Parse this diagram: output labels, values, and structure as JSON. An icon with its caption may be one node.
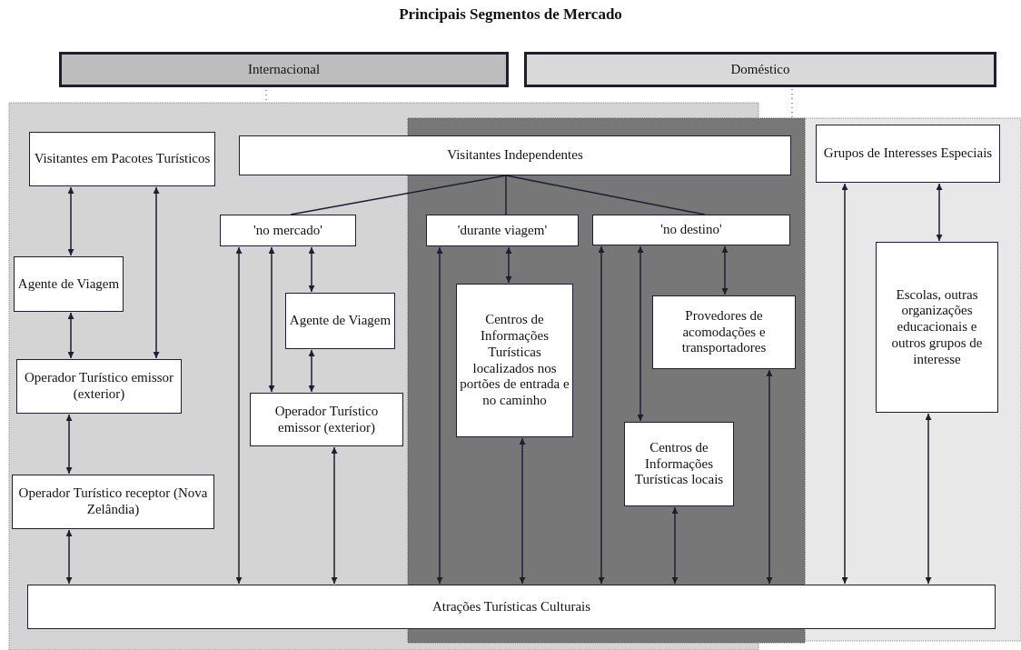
{
  "diagram": {
    "title": "Principais Segmentos de Mercado",
    "nodes": [
      {
        "text": [
          "Internacional"
        ]
      },
      {
        "text": [
          "Doméstico"
        ]
      },
      {
        "text": [
          "Visitantes em Pacotes Turísticos"
        ]
      },
      {
        "text": [
          "Visitantes Independentes"
        ]
      },
      {
        "text": [
          "Grupos de Interesses Especiais"
        ]
      },
      {
        "text": [
          "'no mercado'"
        ]
      },
      {
        "text": [
          "'durante viagem'"
        ]
      },
      {
        "text": [
          "'no destino'"
        ]
      },
      {
        "text": [
          "Agente de Viagem"
        ]
      },
      {
        "text": [
          "Agente de Viagem"
        ]
      },
      {
        "text": [
          "Centros de Informações Turísticas localizados nos portões de entrada e no caminho"
        ]
      },
      {
        "text": [
          "Provedores de acomodações e transportadores"
        ]
      },
      {
        "text": [
          "Escolas, outras organizações educacionais e outros grupos de interesse"
        ]
      },
      {
        "text": [
          "Operador Turístico emissor (exterior)"
        ]
      },
      {
        "text": [
          "Operador Turístico emissor (exterior)"
        ]
      },
      {
        "text": [
          "Centros de Informações Turísticas locais"
        ]
      },
      {
        "text": [
          "Operador Turístico receptor (Nova Zelândia)"
        ]
      },
      {
        "text": [
          "Atrações Turísticas Culturais"
        ]
      }
    ],
    "edges": [
      {
        "from": 3,
        "to": 5,
        "arrow": "none"
      },
      {
        "from": 3,
        "to": 6,
        "arrow": "none"
      },
      {
        "from": 3,
        "to": 7,
        "arrow": "none"
      },
      {
        "from": 2,
        "to": 8,
        "arrow": "both"
      },
      {
        "from": 2,
        "to": 13,
        "arrow": "both"
      },
      {
        "from": 8,
        "to": 13,
        "arrow": "both"
      },
      {
        "from": 13,
        "to": 16,
        "arrow": "both"
      },
      {
        "from": 16,
        "to": 17,
        "arrow": "both"
      },
      {
        "from": 5,
        "to": 17,
        "arrow": "both"
      },
      {
        "from": 5,
        "to": 14,
        "arrow": "both"
      },
      {
        "from": 5,
        "to": 9,
        "arrow": "both"
      },
      {
        "from": 9,
        "to": 14,
        "arrow": "both"
      },
      {
        "from": 14,
        "to": 17,
        "arrow": "both"
      },
      {
        "from": 6,
        "to": 17,
        "arrow": "both"
      },
      {
        "from": 6,
        "to": 10,
        "arrow": "both"
      },
      {
        "from": 10,
        "to": 17,
        "arrow": "both"
      },
      {
        "from": 7,
        "to": 17,
        "arrow": "both"
      },
      {
        "from": 7,
        "to": 15,
        "arrow": "both"
      },
      {
        "from": 7,
        "to": 11,
        "arrow": "both"
      },
      {
        "from": 15,
        "to": 17,
        "arrow": "both"
      },
      {
        "from": 11,
        "to": 17,
        "arrow": "both"
      },
      {
        "from": 4,
        "to": 17,
        "arrow": "both"
      },
      {
        "from": 4,
        "to": 12,
        "arrow": "both"
      },
      {
        "from": 12,
        "to": 17,
        "arrow": "both"
      }
    ]
  }
}
